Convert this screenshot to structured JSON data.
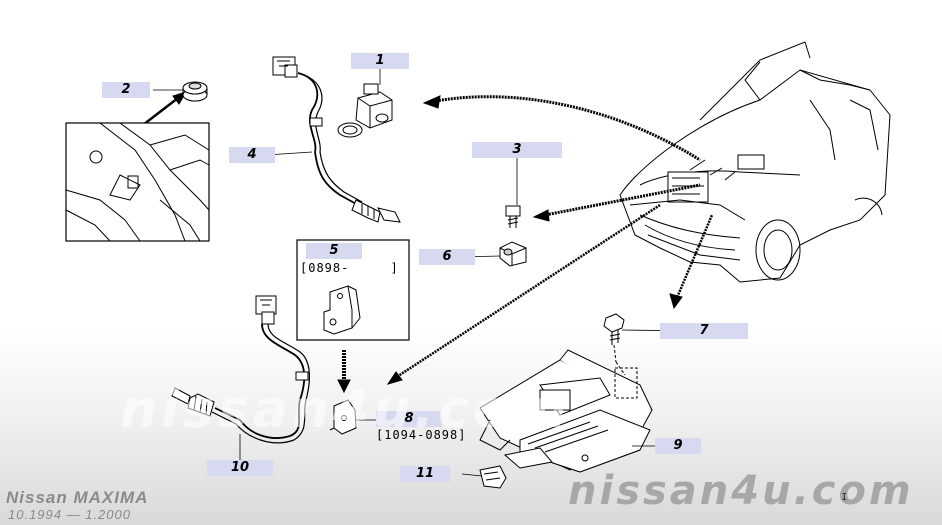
{
  "callouts": {
    "c1": "1",
    "c2": "2",
    "c3": "3",
    "c4": "4",
    "c5": "5",
    "c6": "6",
    "c7": "7",
    "c8": "8",
    "c9": "9",
    "c10": "10",
    "c11": "11"
  },
  "ranges": {
    "r5": "[0898-     ]",
    "r8": "[1094-0898]"
  },
  "watermark": {
    "center": "nissan4u.com",
    "brand": "nissan4u.com"
  },
  "footer": {
    "model": "Nissan  MAXIMA",
    "dates": "10.1994  —  1.2000",
    "page_mark": "ɪ"
  },
  "colors": {
    "callout_bg": "#d7d9f0",
    "line": "#000000"
  }
}
